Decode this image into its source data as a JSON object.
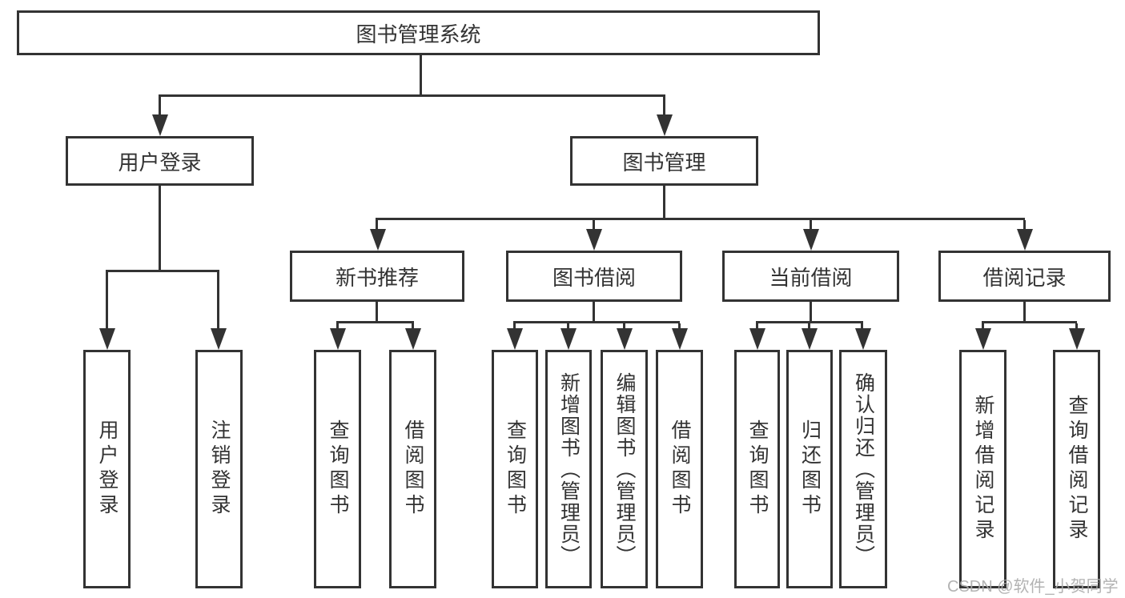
{
  "diagram_title": "图书管理系统",
  "colors": {
    "line": "#333333",
    "box_background": "#ffffff",
    "text": "#333333",
    "watermark": "#ababab"
  },
  "watermark": {
    "text": "CSDN @软件_小贺同学"
  },
  "tree": {
    "label": "图书管理系统",
    "children": [
      {
        "label": "用户登录",
        "children": [
          {
            "label": "用户登录"
          },
          {
            "label": "注销登录"
          }
        ]
      },
      {
        "label": "图书管理",
        "children": [
          {
            "label": "新书推荐",
            "children": [
              {
                "label": "查询图书"
              },
              {
                "label": "借阅图书"
              }
            ]
          },
          {
            "label": "图书借阅",
            "children": [
              {
                "label": "查询图书"
              },
              {
                "label": "新增图书（管理员）"
              },
              {
                "label": "编辑图书（管理员）"
              },
              {
                "label": "借阅图书"
              }
            ]
          },
          {
            "label": "当前借阅",
            "children": [
              {
                "label": "查询图书"
              },
              {
                "label": "归还图书"
              },
              {
                "label": "确认归还（管理员）"
              }
            ]
          },
          {
            "label": "借阅记录",
            "children": [
              {
                "label": "新增借阅记录"
              },
              {
                "label": "查询借阅记录"
              }
            ]
          }
        ]
      }
    ]
  }
}
